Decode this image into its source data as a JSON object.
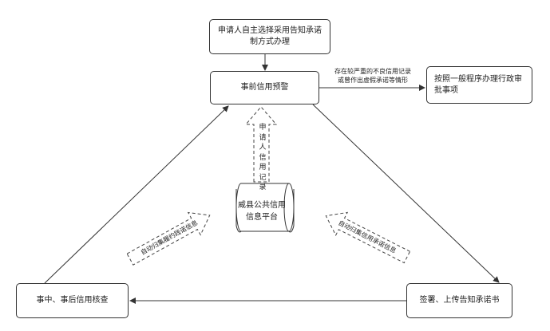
{
  "nodes": {
    "apply": "申请人自主选择采用告知承诺制方式办理",
    "warning": "事前信用预警",
    "general": "按照一般程序办理行政审批事项",
    "check": "事中、事后信用核查",
    "sign": "签署、上传告知承诺书",
    "platform": "威县公共信用信息平台"
  },
  "edge_labels": {
    "bad_record_line1": "存在较严重的不良信用记录",
    "bad_record_line2": "或曾作出虚假承诺等情形"
  },
  "flows": {
    "up_arrow_chars": [
      "申",
      "请",
      "人",
      "信",
      "用",
      "记",
      "录"
    ],
    "left_arrow": "自动归集履约践诺信息",
    "right_arrow": "自动归集信用承诺信息"
  },
  "colors": {
    "line": "#333333",
    "dashed": "#444444",
    "background": "#ffffff"
  }
}
